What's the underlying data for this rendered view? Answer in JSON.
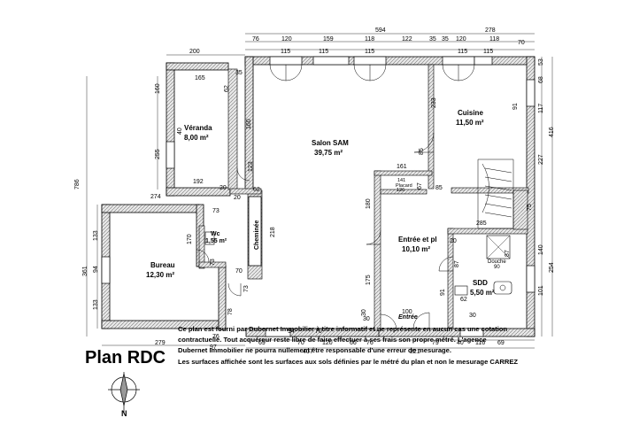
{
  "title": "Plan RDC",
  "disclaimer": [
    "Ce plan  est fourni par Dubernet Immobilier à titre  informatif et ne représente en aucun cas une cotation",
    "contractuelle. Tout acquéreur reste libre de faire  effectuer à ses frais son propre métré. L'agence",
    "Dubernet Immobilier ne pourra nullement être responsable d'une erreur de mesurage.",
    "Les surfaces affichée sont les surfaces aux sols définies par le métré du plan et non le mesurage CARREZ"
  ],
  "compass_letter": "N",
  "rooms": [
    {
      "name": "Véranda",
      "area": "8,00 m²"
    },
    {
      "name": "Salon SAM",
      "area": "39,75 m²"
    },
    {
      "name": "Cuisine",
      "area": "11,50 m²"
    },
    {
      "name": "Wc",
      "area": "1,55 m²"
    },
    {
      "name": "Bureau",
      "area": "12,30 m²"
    },
    {
      "name": "Entrée et pl",
      "area": "10,10 m²"
    },
    {
      "name": "SDD",
      "area": "5,50 m²"
    },
    {
      "name": "Douche",
      "area": "90"
    },
    {
      "name": "Placard",
      "area": "141"
    },
    {
      "name": "Cheminée",
      "area": ""
    },
    {
      "name": "Entrée",
      "area": ""
    }
  ],
  "dimensions": {
    "top": [
      "594",
      "278",
      "76",
      "120",
      "159",
      "118",
      "122",
      "35",
      "35",
      "120",
      "118",
      "70",
      "115",
      "115",
      "115",
      "115",
      "115"
    ],
    "left": [
      "200",
      "165",
      "62",
      "35",
      "160",
      "160",
      "255",
      "786",
      "192",
      "20",
      "62",
      "274",
      "73",
      "170",
      "133",
      "94",
      "361",
      "133",
      "279",
      "97",
      "76",
      "78",
      "70",
      "73",
      "73",
      "123",
      "218",
      "40",
      "20"
    ],
    "right": [
      "53",
      "68",
      "117",
      "416",
      "227",
      "75",
      "140",
      "254",
      "101",
      "91",
      "233",
      "85",
      "161",
      "67",
      "126",
      "85",
      "180",
      "175",
      "87",
      "20",
      "285",
      "30",
      "91",
      "62",
      "87"
    ],
    "bottom": [
      "407",
      "221",
      "94",
      "120",
      "70",
      "66",
      "76",
      "69",
      "70",
      "30",
      "100",
      "79",
      "116",
      "69",
      "40",
      "30"
    ]
  }
}
